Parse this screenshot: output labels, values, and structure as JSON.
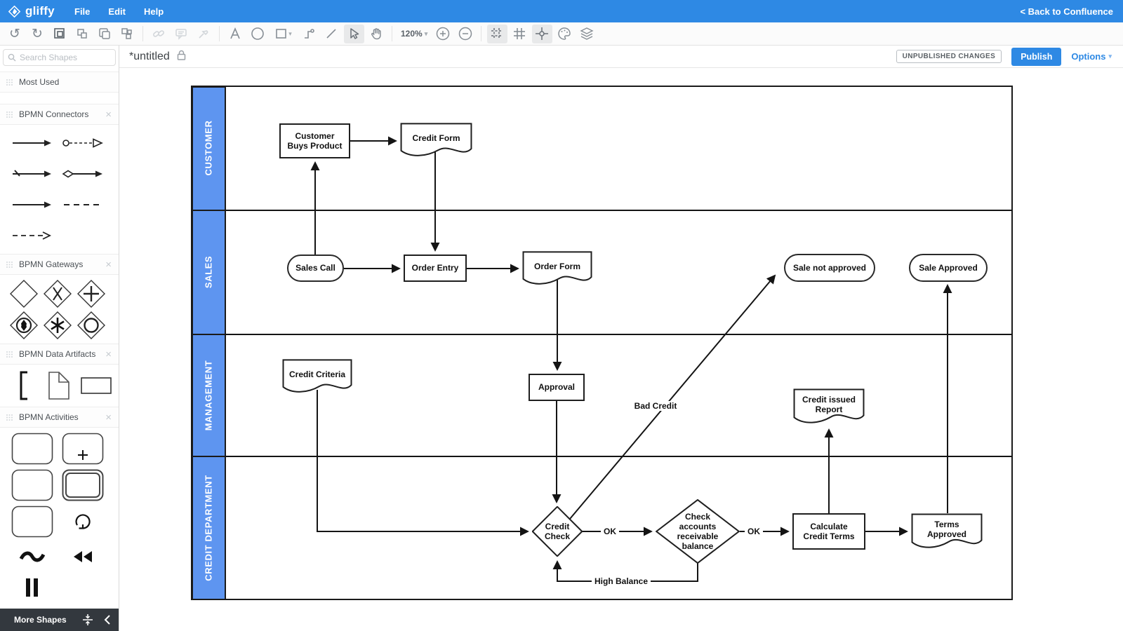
{
  "header": {
    "brand": "gliffy",
    "menus": [
      {
        "label": "File"
      },
      {
        "label": "Edit"
      },
      {
        "label": "Help"
      }
    ],
    "back_link": "< Back to Confluence"
  },
  "toolbar": {
    "zoom_level": "120%"
  },
  "docbar": {
    "title": "*untitled",
    "status_badge": "UNPUBLISHED CHANGES",
    "publish_label": "Publish",
    "options_label": "Options"
  },
  "sidebar": {
    "search_placeholder": "Search Shapes",
    "sections": [
      {
        "title": "Most Used"
      },
      {
        "title": "BPMN Connectors"
      },
      {
        "title": "BPMN Gateways"
      },
      {
        "title": "BPMN Data Artifacts"
      },
      {
        "title": "BPMN Activities"
      }
    ],
    "more_shapes_label": "More Shapes"
  },
  "diagram": {
    "lanes": [
      {
        "label": "CUSTOMER"
      },
      {
        "label": "SALES"
      },
      {
        "label": "MANAGEMENT"
      },
      {
        "label": "CREDIT DEPARTMENT"
      }
    ],
    "nodes": {
      "customer_buys": {
        "type": "process",
        "label": "Customer\nBuys Product"
      },
      "credit_form": {
        "type": "document",
        "label": "Credit Form"
      },
      "sales_call": {
        "type": "terminator",
        "label": "Sales Call"
      },
      "order_entry": {
        "type": "process",
        "label": "Order Entry"
      },
      "order_form": {
        "type": "document",
        "label": "Order Form"
      },
      "sale_not_approved": {
        "type": "terminator",
        "label": "Sale not approved"
      },
      "sale_approved": {
        "type": "terminator",
        "label": "Sale Approved"
      },
      "credit_criteria": {
        "type": "document",
        "label": "Credit Criteria"
      },
      "approval": {
        "type": "process",
        "label": "Approval"
      },
      "credit_issued_report": {
        "type": "document",
        "label": "Credit issued\nReport"
      },
      "credit_check": {
        "type": "decision",
        "label": "Credit\nCheck"
      },
      "check_accounts": {
        "type": "decision",
        "label": "Check\naccounts\nreceivable\nbalance"
      },
      "calculate_terms": {
        "type": "process",
        "label": "Calculate\nCredit Terms"
      },
      "terms_approved": {
        "type": "document",
        "label": "Terms\nApproved"
      }
    },
    "edge_labels": {
      "ok_credit_check": "OK",
      "ok_balance": "OK",
      "bad_credit": "Bad Credit",
      "high_balance": "High Balance"
    }
  }
}
